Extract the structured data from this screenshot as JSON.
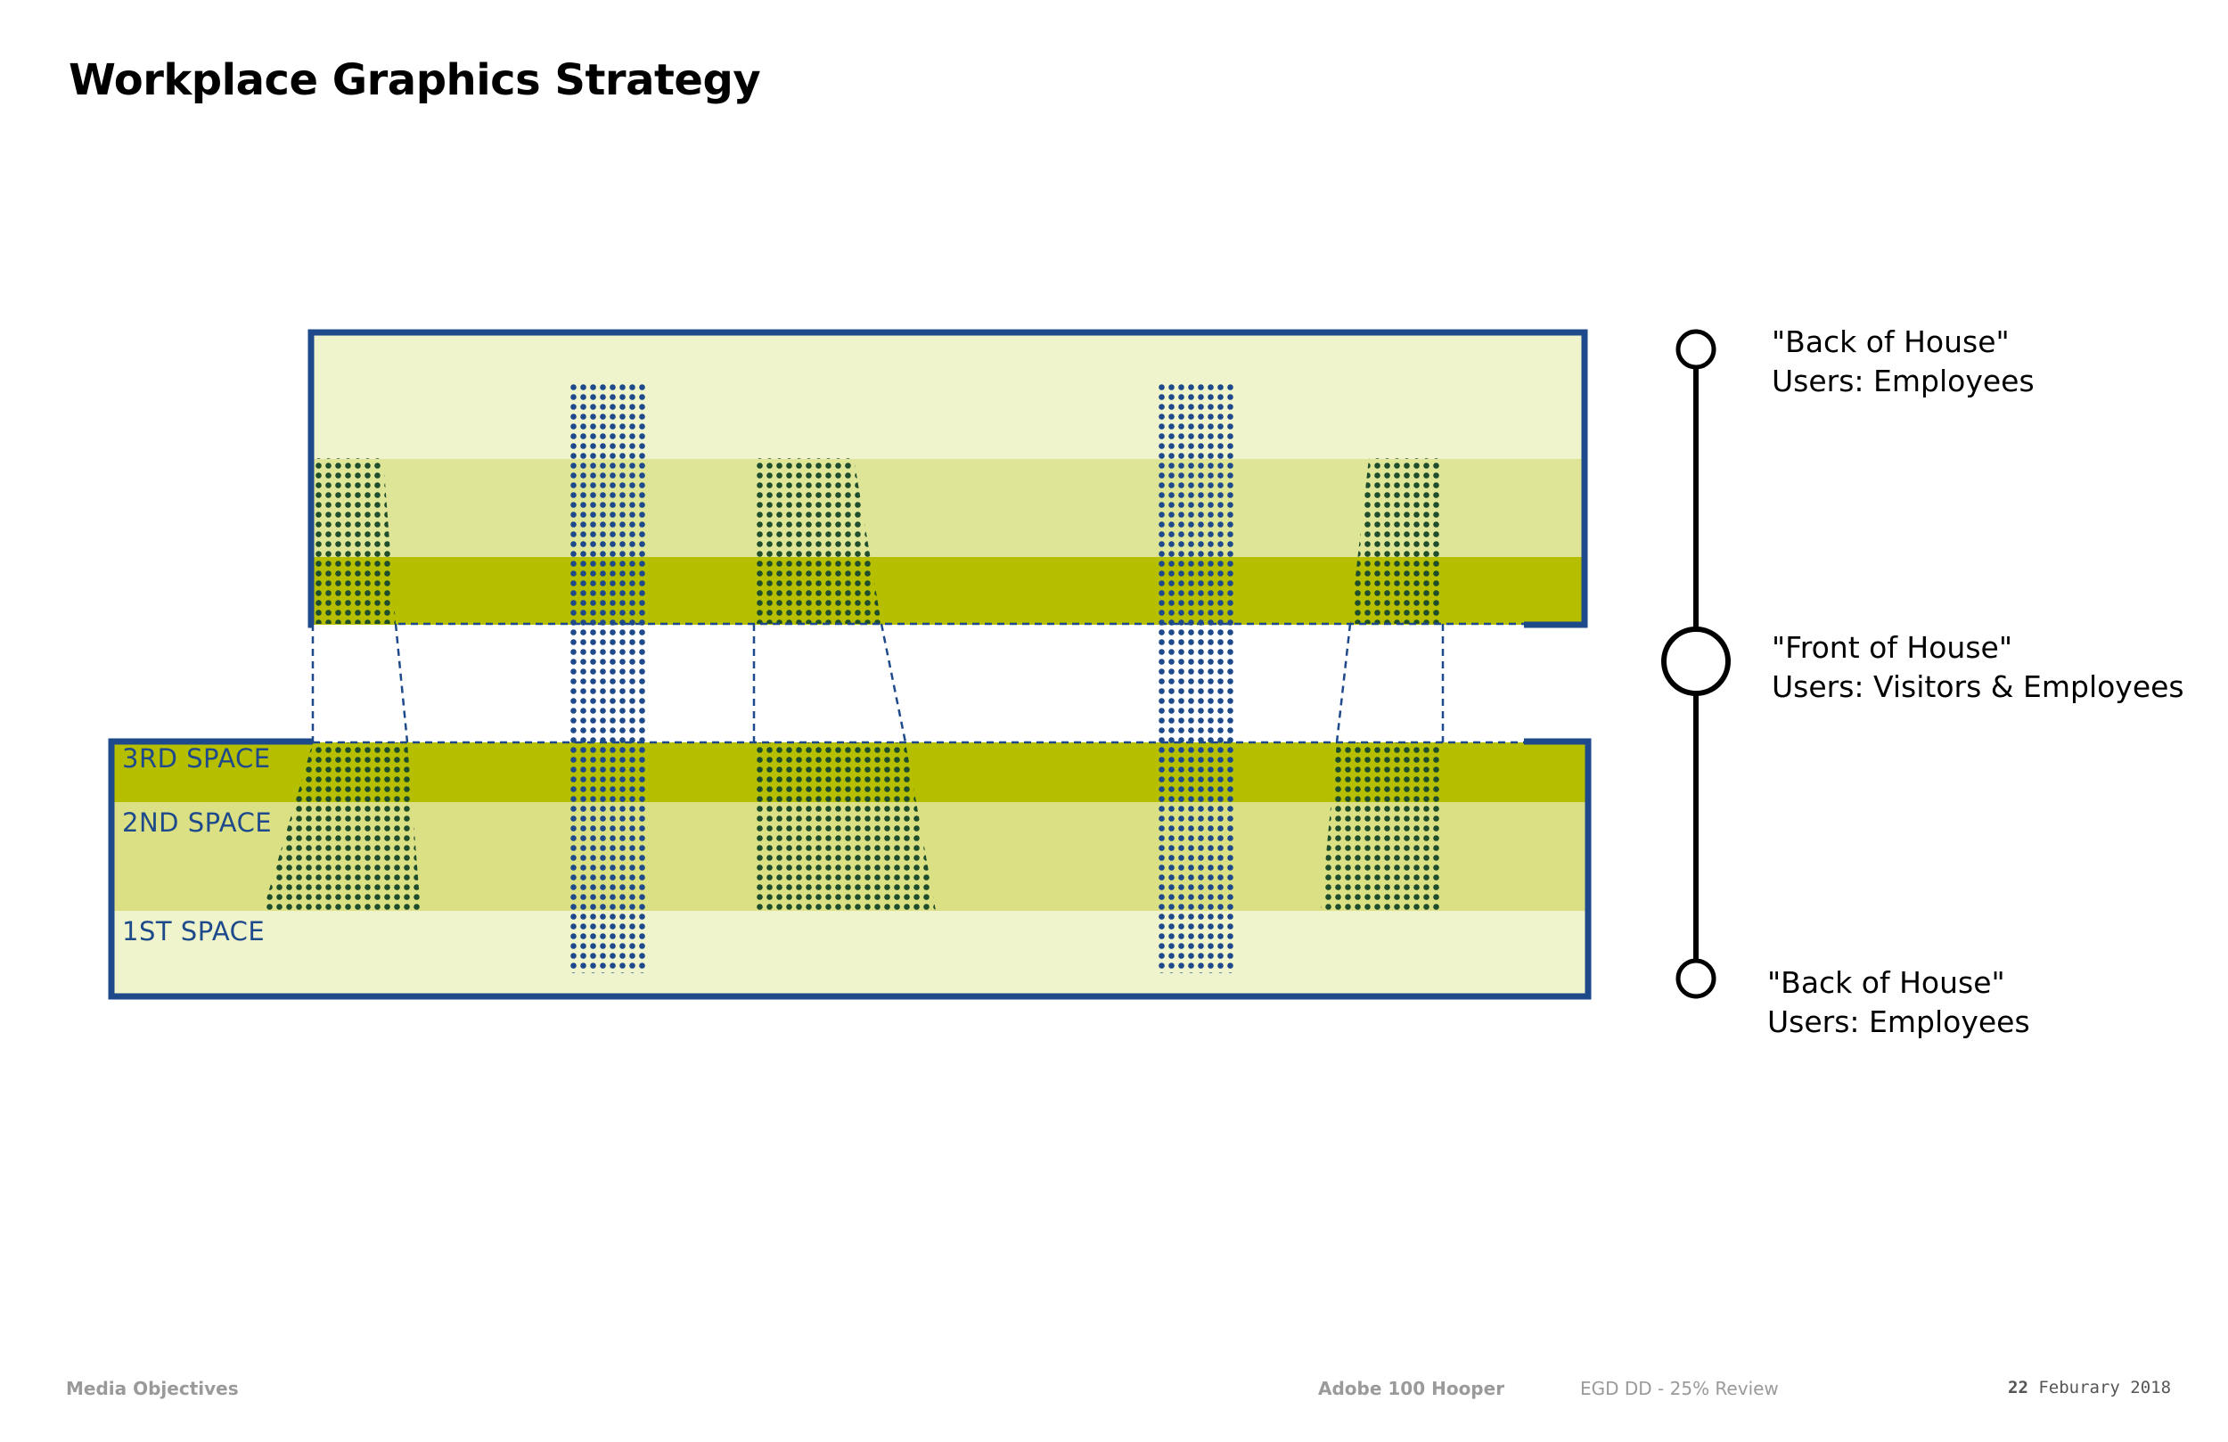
{
  "title": "Workplace Graphics Strategy",
  "spaces": {
    "third": "3RD SPACE",
    "second": "2ND SPACE",
    "first": "1ST SPACE"
  },
  "legend": {
    "top": {
      "line1": "\"Back of House\"",
      "line2": "Users: Employees"
    },
    "middle": {
      "line1": "\"Front of House\"",
      "line2": "Users: Visitors & Employees"
    },
    "bottom": {
      "line1": "\"Back of House\"",
      "line2": "Users: Employees"
    }
  },
  "footer": {
    "section": "Media Objectives",
    "project": "Adobe 100 Hooper",
    "review": "EGD DD - 25%  Review",
    "date_day": "22",
    "date_rest": "Feburary 2018"
  },
  "colors": {
    "frame_blue": "#1e4a8c",
    "light_band": "#eff4cc",
    "mid_band": "#dfe597",
    "mid_band_lower": "#dbe085",
    "dark_band": "#b5bf00",
    "dot_green": "#1e4d2c",
    "dot_blue": "#1e4a8c"
  }
}
